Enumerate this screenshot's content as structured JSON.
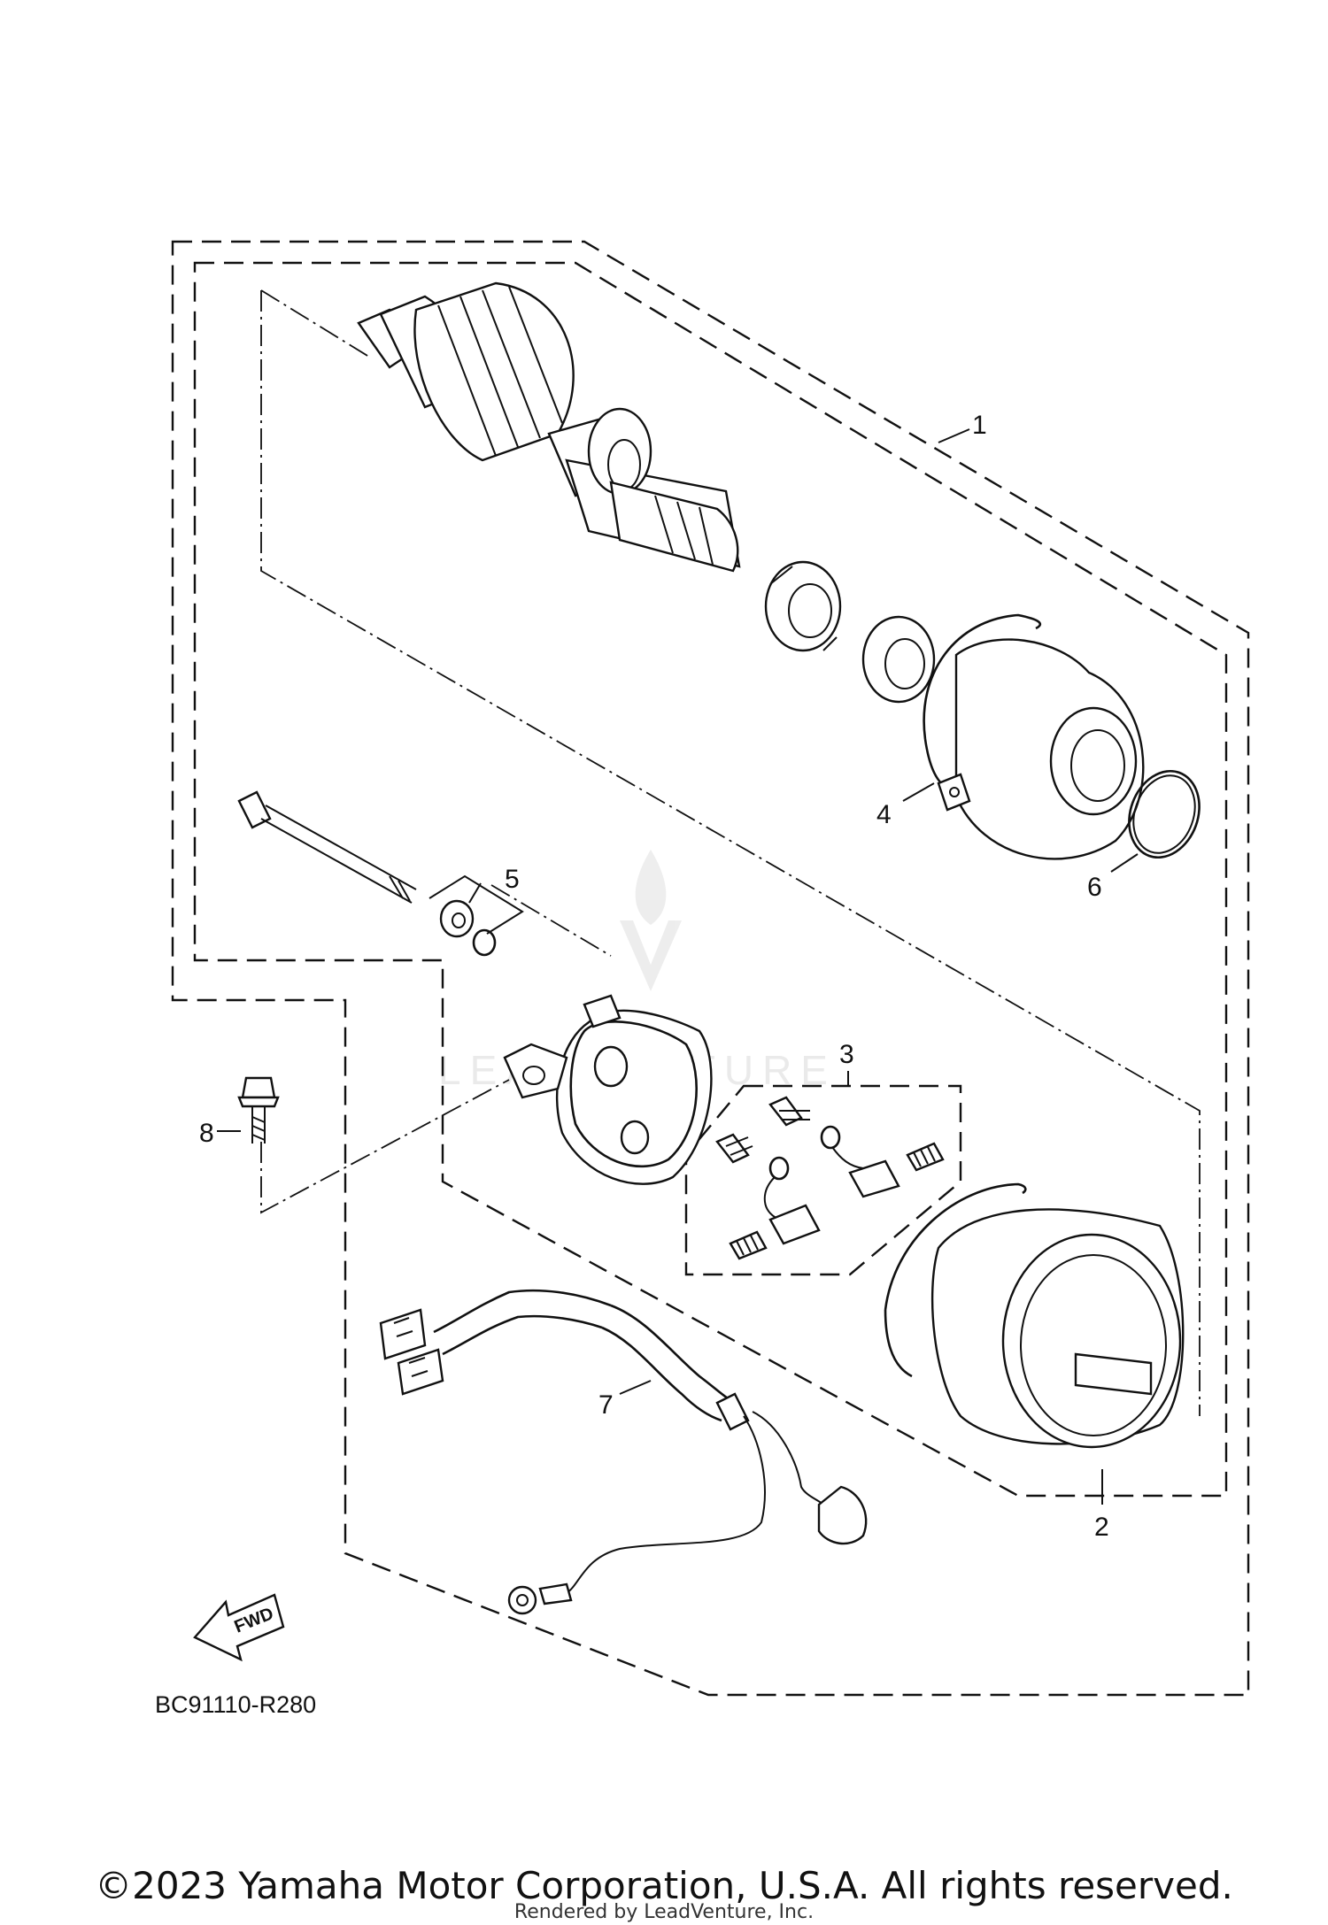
{
  "diagram": {
    "callouts": [
      {
        "id": "1",
        "label": "1"
      },
      {
        "id": "2",
        "label": "2"
      },
      {
        "id": "3",
        "label": "3"
      },
      {
        "id": "4",
        "label": "4"
      },
      {
        "id": "5",
        "label": "5"
      },
      {
        "id": "6",
        "label": "6"
      },
      {
        "id": "7",
        "label": "7"
      },
      {
        "id": "8",
        "label": "8"
      }
    ],
    "fwd_label": "FWD",
    "diagram_code": "BC91110-R280",
    "watermark_text": "LEADVENTURE"
  },
  "footer": {
    "copyright": "©2023 Yamaha Motor Corporation, U.S.A. All rights reserved.",
    "rendered_by": "Rendered by LeadVenture, Inc."
  }
}
